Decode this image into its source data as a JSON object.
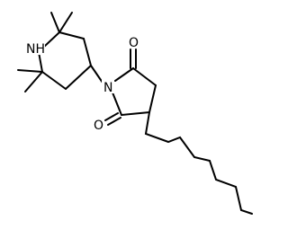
{
  "diagram": {
    "type": "skeletal-structure",
    "bond_color": "#000000",
    "background_color": "#ffffff",
    "atom_labels": {
      "amine": "NH",
      "imide_nitrogen": "N",
      "carbonyl_oxygen_top": "O",
      "carbonyl_oxygen_bottom": "O"
    }
  }
}
